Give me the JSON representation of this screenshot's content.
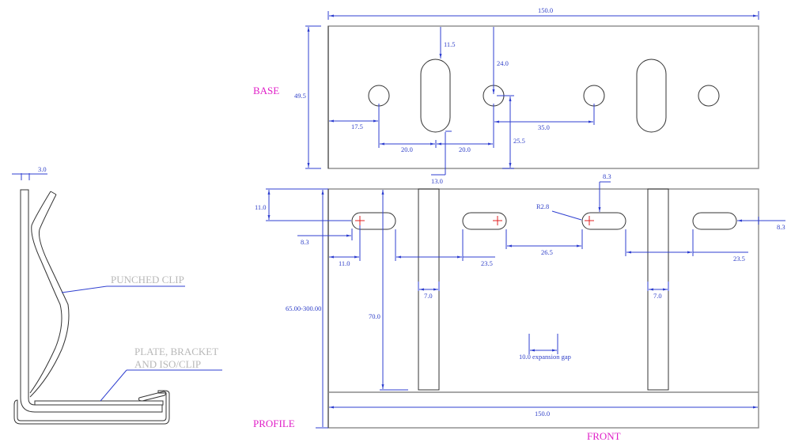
{
  "views": {
    "base_label": "BASE",
    "profile_label": "PROFILE",
    "front_label": "FRONT"
  },
  "callouts": {
    "punched_clip": "PUNCHED CLIP",
    "plate_line1": "PLATE, BRACKET",
    "plate_line2": "AND ISO/CLIP"
  },
  "dimensions": {
    "base": {
      "overall_width": "150.0",
      "height": "49.5",
      "slot_top_offset": "11.5",
      "hole_top_offset": "24.0",
      "first_hole_from_edge": "17.5",
      "hole_to_slot_left": "20.0",
      "slot_to_hole_right": "20.0",
      "hole_spacing": "35.0",
      "hole_from_bottom": "25.5",
      "slot_bottom_offset": "13.0"
    },
    "front": {
      "slot_from_top": "11.0",
      "slot_edge_offset_left": "8.3",
      "slot_center_from_edge": "11.0",
      "slot_gap_1": "23.5",
      "slot_spacing": "26.5",
      "slot_gap_2": "23.5",
      "slot_radius": "R2.8",
      "slot_top_mark": "8.3",
      "slot_edge_offset_right": "8.3",
      "height_range": "65.00-300.00",
      "tab_height": "70.0",
      "tab_width_left": "7.0",
      "tab_width_right": "7.0",
      "expansion_gap": "10.0 expansion gap",
      "overall_width": "150.0"
    },
    "profile": {
      "thickness": "3.0"
    }
  },
  "colors": {
    "dimension": "#2f3fd0",
    "view_label": "#e020c8",
    "callout": "#b8b8b8",
    "center_mark": "#e02020"
  }
}
